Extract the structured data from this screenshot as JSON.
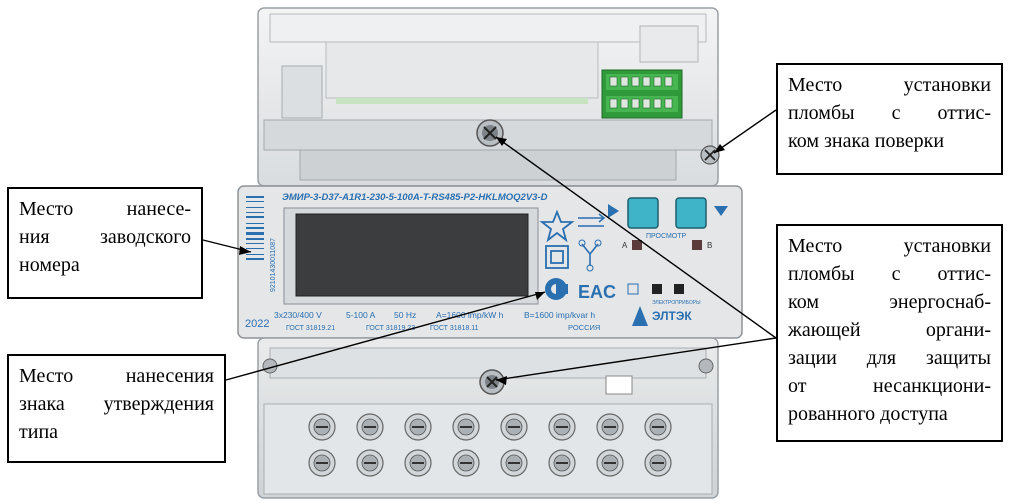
{
  "callouts": {
    "serial": {
      "lines": [
        "Место нанесе-",
        "ния заводского",
        "номера"
      ]
    },
    "type_mark": {
      "lines": [
        "Место нанесения",
        "знака утверждения",
        "типа"
      ]
    },
    "verification_seal": {
      "lines": [
        "Место установки",
        "пломбы с оттис-",
        "ком знака поверки"
      ]
    },
    "supplier_seal": {
      "lines": [
        "Место установки",
        "пломбы с оттис-",
        "ком энергоснаб-",
        "жающей органи-",
        "зации для защиты",
        "от несанкциони-",
        "рованного доступа"
      ]
    }
  },
  "meter": {
    "model": "ЭМИР-3-D37-A1R1-230-5-100A-T-RS485-P2-HKLMOQ2V3-D",
    "serial_vertical": "92101430011087",
    "year": "2022",
    "voltage": "3x230/400 V",
    "current": "5-100 A",
    "frequency": "50 Hz",
    "const_a": "A=1600 imp/kW h",
    "const_b": "B=1600 imp/kvar h",
    "gost1": "ГОСТ 31819.21",
    "gost2": "ГОСТ 31819.23",
    "gost3": "ГОСТ 31818.11",
    "country": "РОССИЯ",
    "button_label": "ПРОСМОТР",
    "btn_a": "A",
    "btn_b": "B",
    "eac": "EAC",
    "brand": "ЭЛТЭК",
    "brand_sub": "ЭЛЕКТРОПРИБОРЫ"
  },
  "colors": {
    "button": "#3fb3c8",
    "accent_blue": "#2a6fb0",
    "terminal_green": "#2f9a3a",
    "body": "#e4e6e8"
  }
}
